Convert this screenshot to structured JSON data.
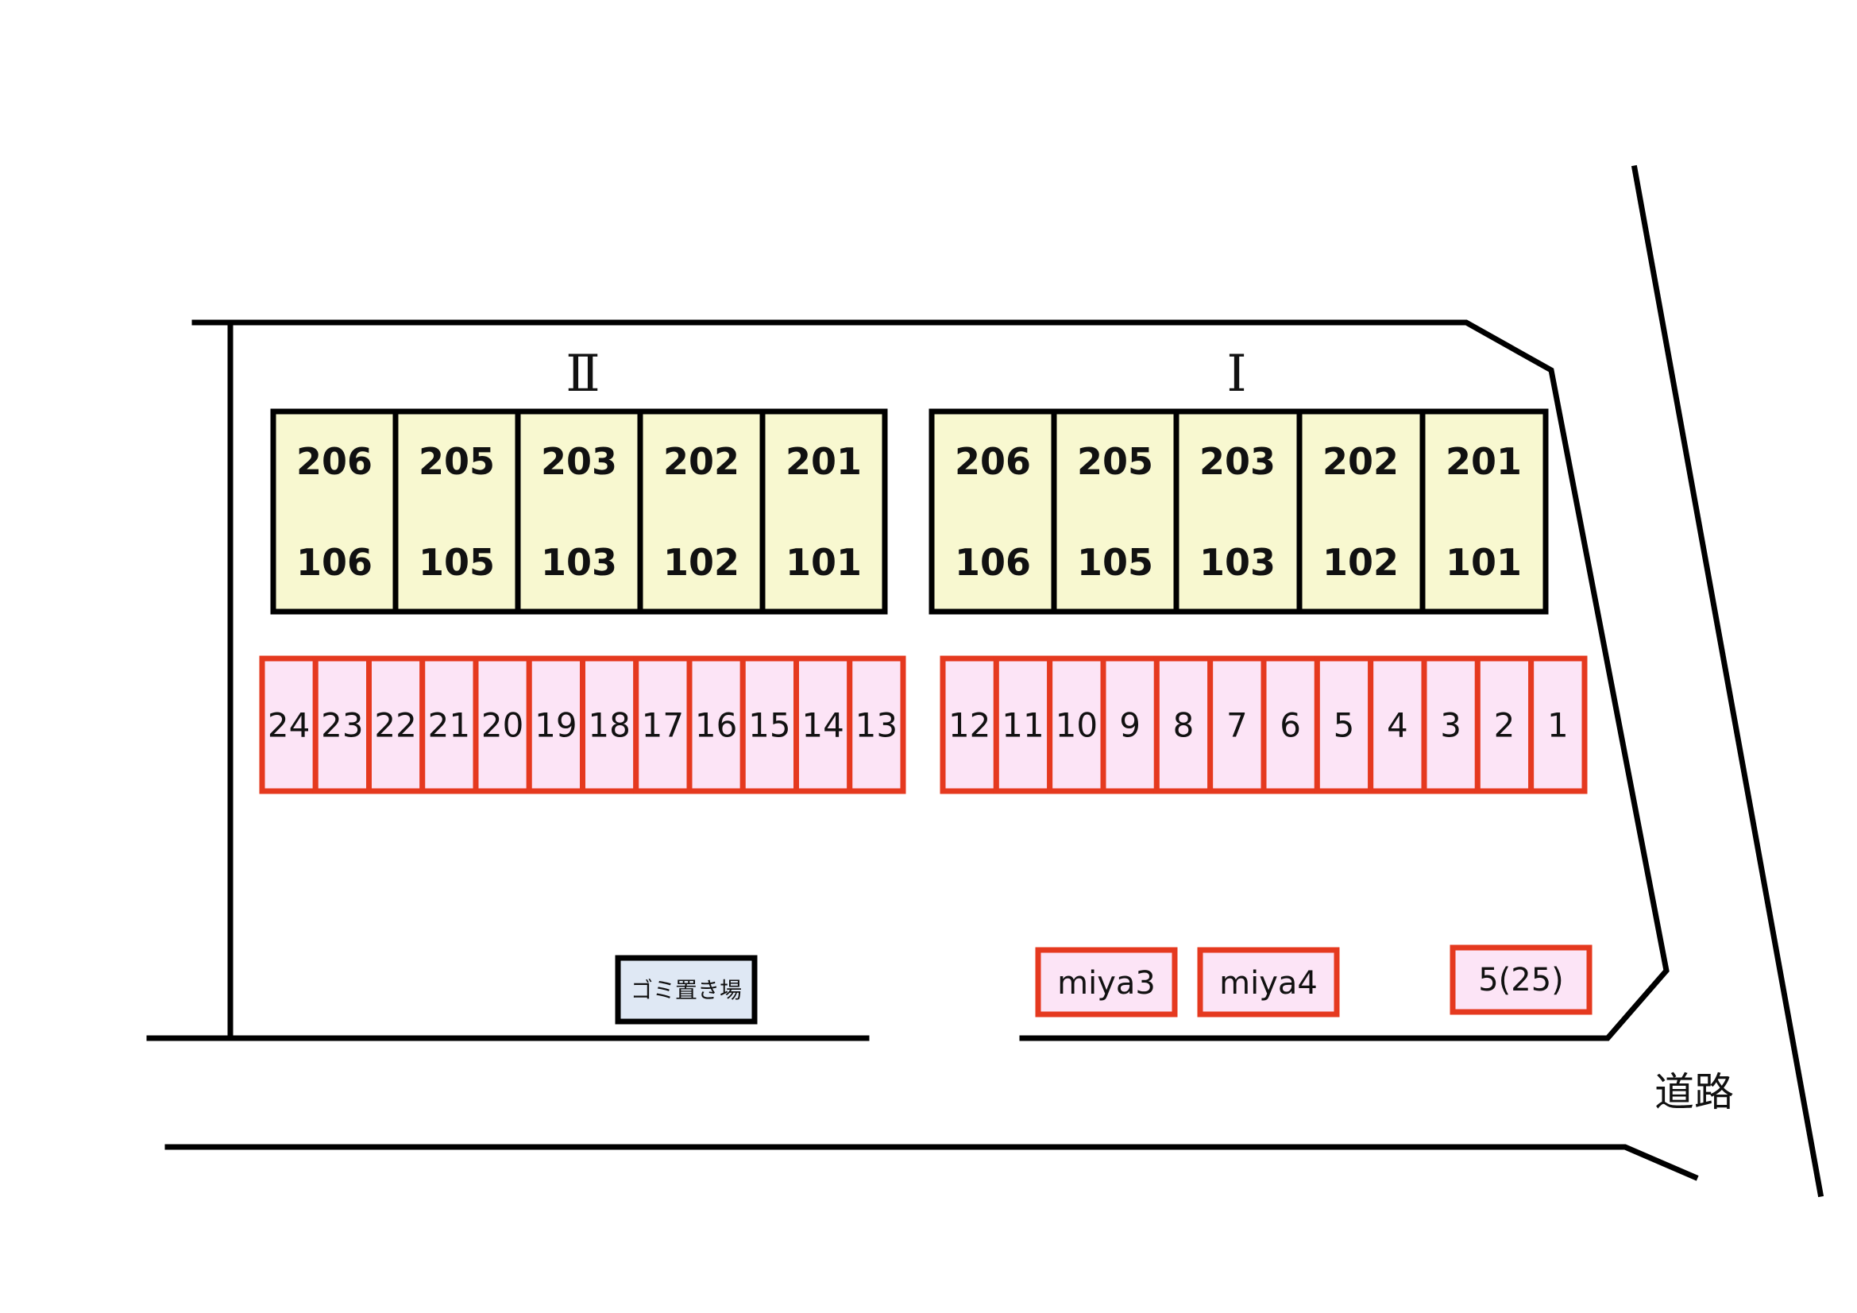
{
  "colors": {
    "line": "#000000",
    "unit_fill": "#f8f8d0",
    "lot_fill": "#fce4f6",
    "lot_border": "#e5391f",
    "garbage_fill": "#dfe8f4"
  },
  "buildings": [
    {
      "label": "Ⅱ",
      "units": [
        {
          "upper": "206",
          "lower": "106"
        },
        {
          "upper": "205",
          "lower": "105"
        },
        {
          "upper": "203",
          "lower": "103"
        },
        {
          "upper": "202",
          "lower": "102"
        },
        {
          "upper": "201",
          "lower": "101"
        }
      ]
    },
    {
      "label": "Ⅰ",
      "units": [
        {
          "upper": "206",
          "lower": "106"
        },
        {
          "upper": "205",
          "lower": "105"
        },
        {
          "upper": "203",
          "lower": "103"
        },
        {
          "upper": "202",
          "lower": "102"
        },
        {
          "upper": "201",
          "lower": "101"
        }
      ]
    }
  ],
  "parking_rows": [
    [
      "24",
      "23",
      "22",
      "21",
      "20",
      "19",
      "18",
      "17",
      "16",
      "15",
      "14",
      "13"
    ],
    [
      "12",
      "11",
      "10",
      "9",
      "8",
      "7",
      "6",
      "5",
      "4",
      "3",
      "2",
      "1"
    ]
  ],
  "extra_spaces": [
    "miya3",
    "miya4",
    "5(25)"
  ],
  "garbage_label": "ゴミ置き場",
  "road_label": "道路"
}
